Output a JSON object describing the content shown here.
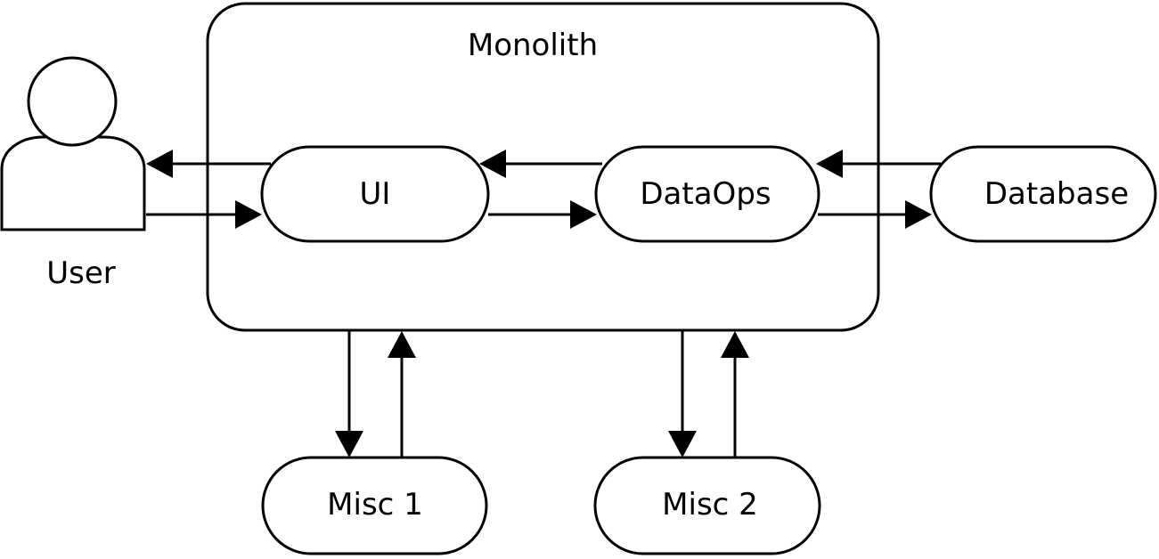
{
  "diagram": {
    "container": {
      "label": "Monolith"
    },
    "actor": {
      "label": "User",
      "icon": "user-icon"
    },
    "nodes": {
      "ui": "UI",
      "dataops": "DataOps",
      "database": "Database",
      "misc1": "Misc 1",
      "misc2": "Misc 2"
    },
    "edges": [
      {
        "from": "UI",
        "to": "User"
      },
      {
        "from": "User",
        "to": "UI"
      },
      {
        "from": "DataOps",
        "to": "UI"
      },
      {
        "from": "UI",
        "to": "DataOps"
      },
      {
        "from": "Database",
        "to": "DataOps"
      },
      {
        "from": "DataOps",
        "to": "Database"
      },
      {
        "from": "Monolith",
        "to": "Misc 1"
      },
      {
        "from": "Misc 1",
        "to": "Monolith"
      },
      {
        "from": "Monolith",
        "to": "Misc 2"
      },
      {
        "from": "Misc 2",
        "to": "Monolith"
      }
    ]
  }
}
